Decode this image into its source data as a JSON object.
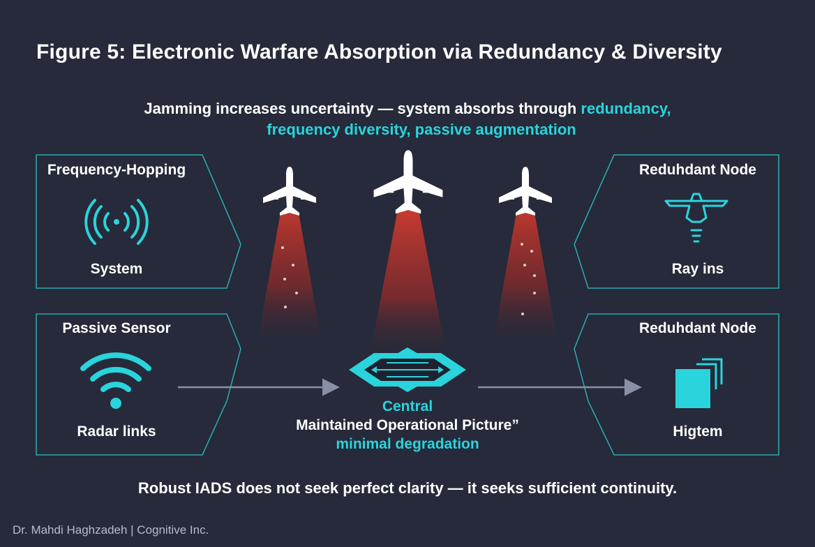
{
  "title": "Figure 5: Electronic Warfare Absorption via Redundancy & Diversity",
  "subtitle": {
    "line1_plain": "Jamming increases uncertainty — system absorbs through ",
    "line1_accent": "redundancy,",
    "line2_accent": "frequency diversity, passive augmentation"
  },
  "panels": {
    "top_left": {
      "heading": "Frequency-Hopping",
      "caption": "System",
      "icon": "radio-waves-icon"
    },
    "bottom_left": {
      "heading": "Passive Sensor",
      "caption": "Radar links",
      "icon": "wifi-signal-icon"
    },
    "top_right": {
      "heading": "Reduhdant Node",
      "caption": "Ray ins",
      "icon": "drone-node-icon"
    },
    "bottom_right": {
      "heading": "Reduhdant Node",
      "caption": "Higtem",
      "icon": "stacked-layers-icon"
    }
  },
  "center": {
    "label_accent": "Central",
    "label_main": "Maintained Operational Picture”",
    "label_sub": "minimal degradation",
    "icon": "operational-picture-icon"
  },
  "aircraft": [
    "aircraft-icon",
    "aircraft-icon",
    "aircraft-icon"
  ],
  "conclusion": "Robust IADS does not seek perfect clarity — it seeks sufficient continuity.",
  "credit": "Dr. Mahdi Haghzadeh | Cognitive Inc.",
  "colors": {
    "background": "#262a3a",
    "accent": "#2ad4dc",
    "jamming_beam": "#b8332c",
    "panel_border": "#2aa7ad",
    "flow_arrow": "#8a8fa8"
  }
}
